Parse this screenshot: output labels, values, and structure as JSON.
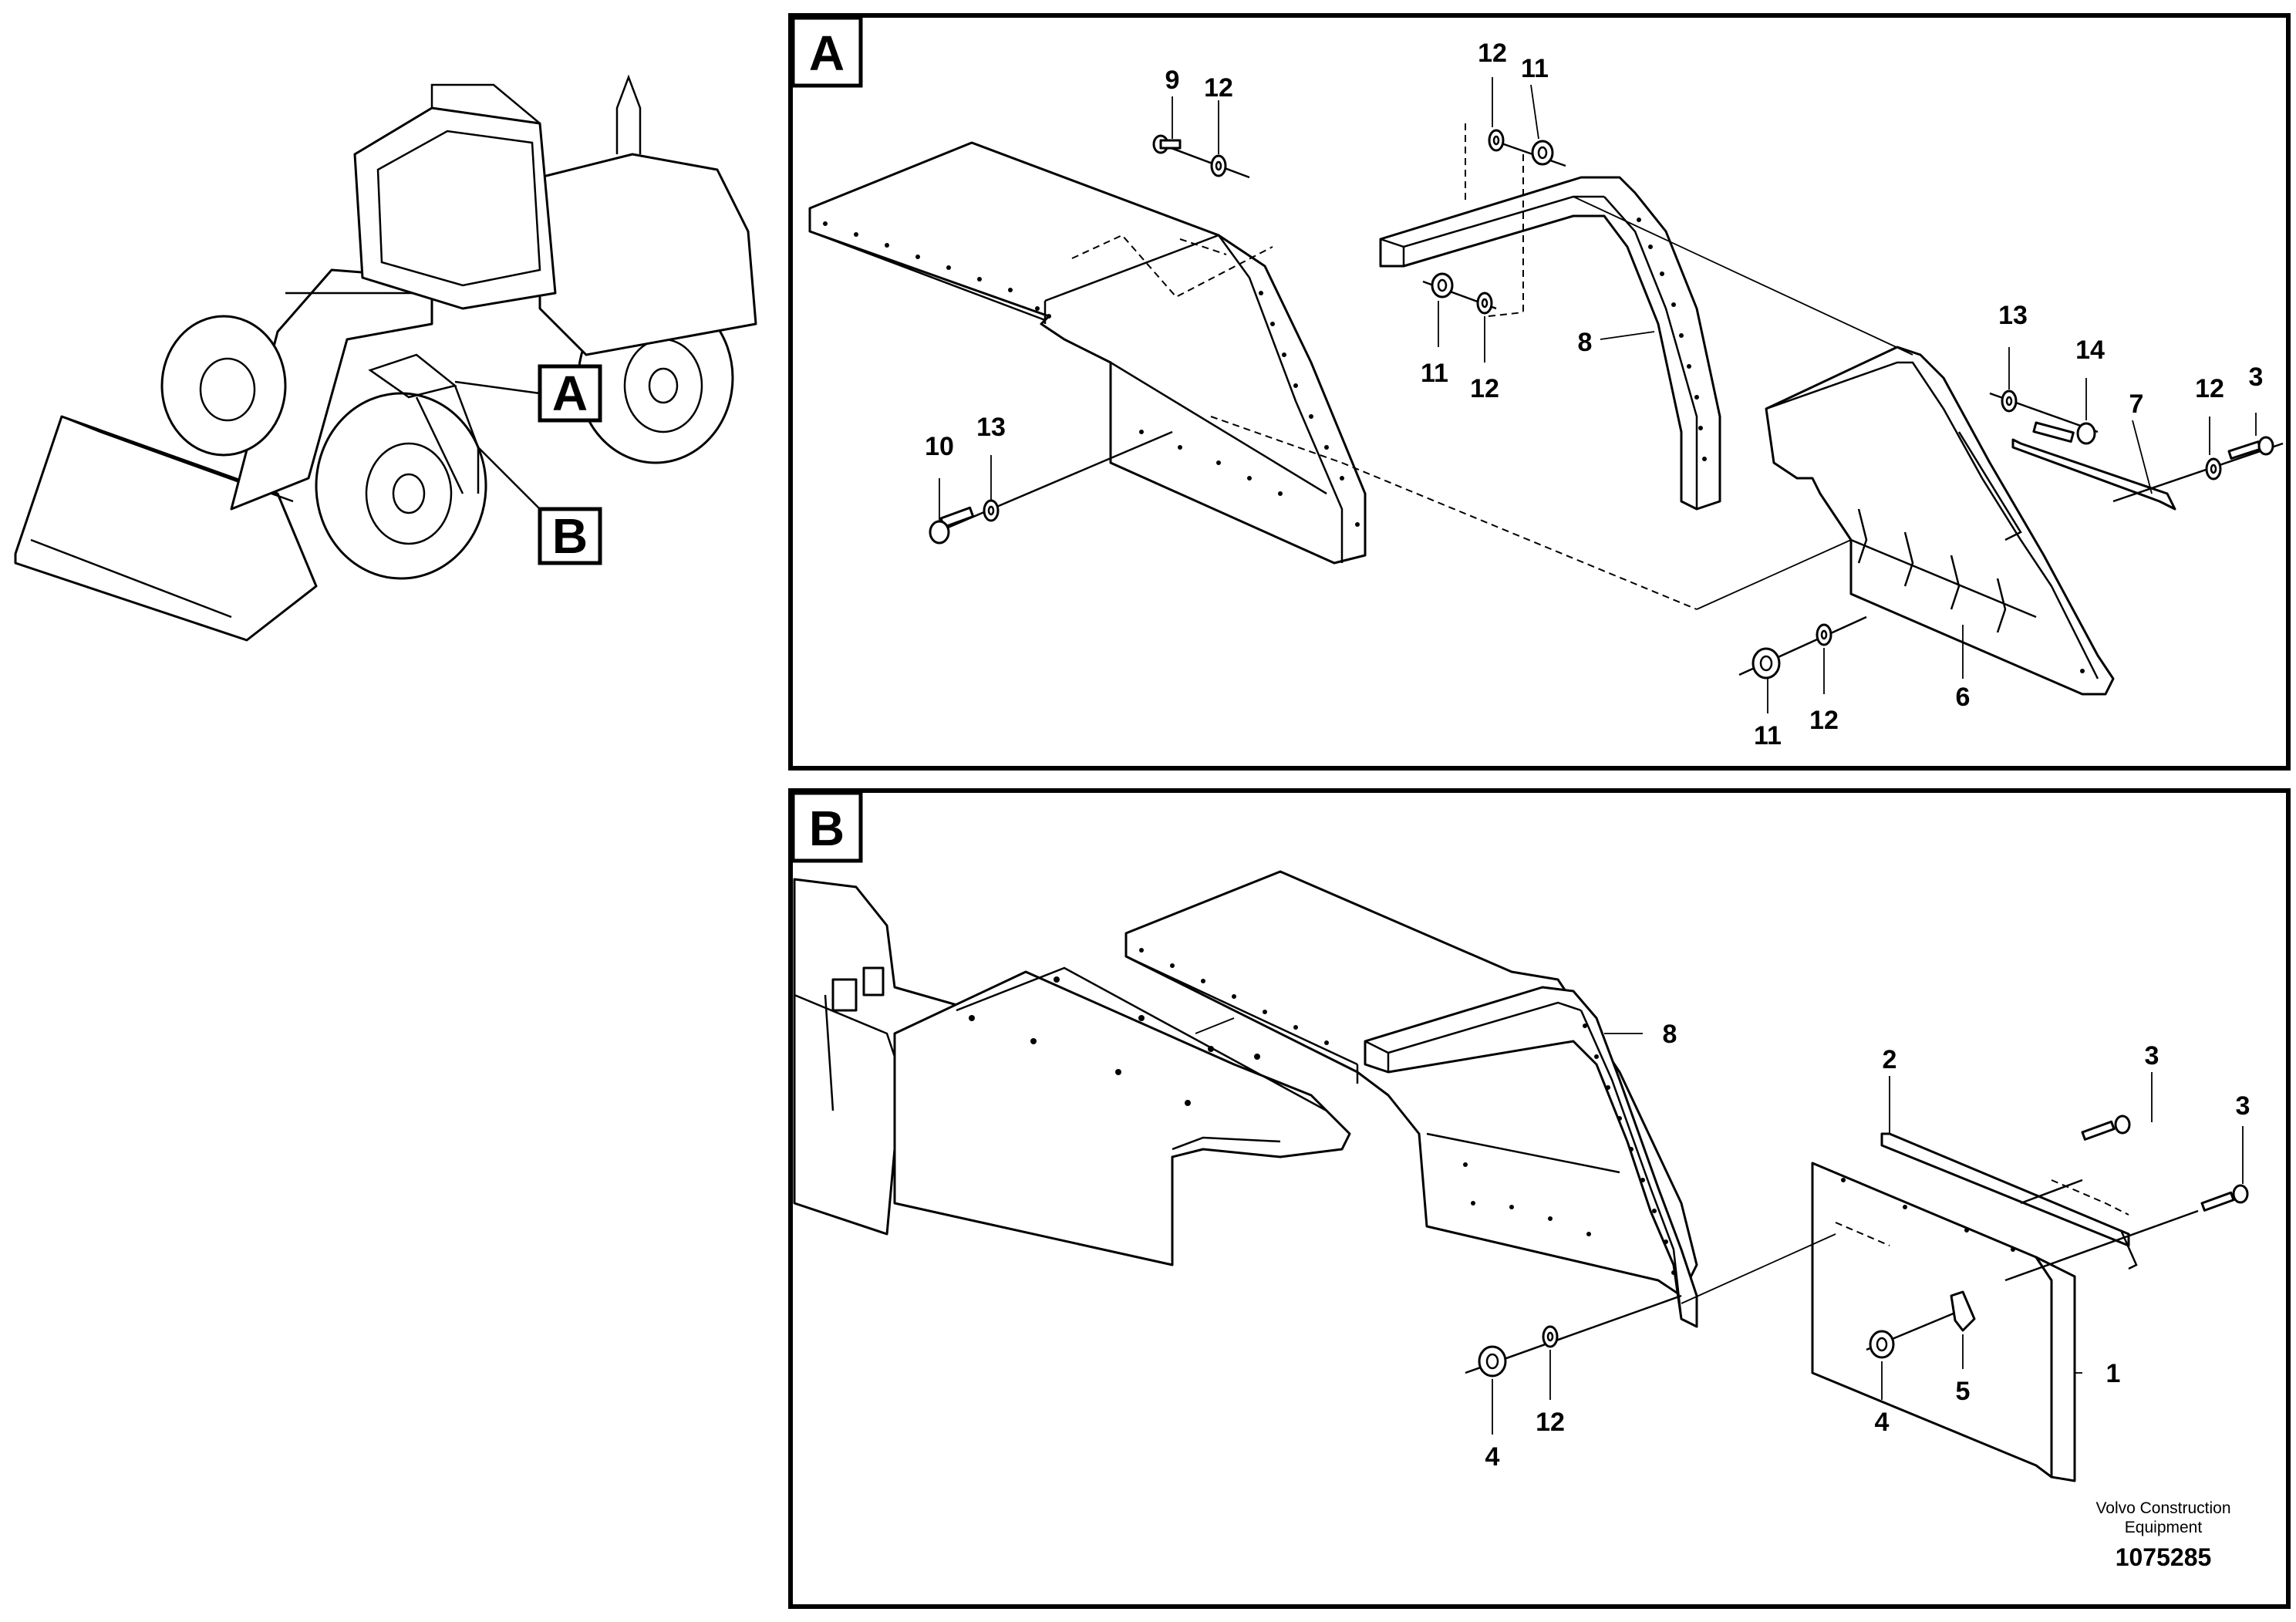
{
  "overview": {
    "machine_label": "wheel-loader",
    "markers": [
      {
        "letter": "A"
      },
      {
        "letter": "B"
      }
    ]
  },
  "panel_a": {
    "badge": "A",
    "callouts": [
      "9",
      "12",
      "12",
      "11",
      "11",
      "12",
      "8",
      "13",
      "14",
      "7",
      "12",
      "3",
      "10",
      "13",
      "11",
      "12",
      "6"
    ]
  },
  "panel_b": {
    "badge": "B",
    "callouts": [
      "8",
      "2",
      "3",
      "3",
      "1",
      "5",
      "4",
      "4",
      "12"
    ]
  },
  "footer": {
    "brand_line1": "Volvo Construction",
    "brand_line2": "Equipment",
    "doc_number": "1075285"
  }
}
